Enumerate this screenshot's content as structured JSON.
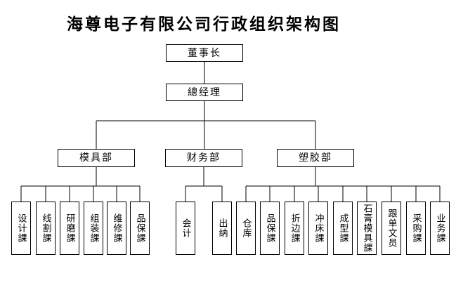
{
  "title": "海尊电子有限公司行政组织架构图",
  "org": {
    "chairman": {
      "label": "董事长"
    },
    "general_manager": {
      "label": "總经理"
    },
    "departments": [
      {
        "label": "模具部",
        "children": [
          {
            "label": "设计課"
          },
          {
            "label": "线割課"
          },
          {
            "label": "研磨課"
          },
          {
            "label": "组装課"
          },
          {
            "label": "维修課"
          },
          {
            "label": "品保課"
          }
        ]
      },
      {
        "label": "财务部",
        "children": [
          {
            "label": "会计"
          },
          {
            "label": "出纳"
          }
        ]
      },
      {
        "label": "塑胶部",
        "children": [
          {
            "label": "仓库"
          },
          {
            "label": "品保課"
          },
          {
            "label": "折边課"
          },
          {
            "label": "冲床課"
          },
          {
            "label": "成型課"
          },
          {
            "label": "石膏模具課"
          },
          {
            "label": "跟单文员"
          },
          {
            "label": "采购課"
          },
          {
            "label": "业务課"
          }
        ]
      }
    ]
  },
  "colors": {
    "line": "#000000",
    "box_border": "#000000",
    "box_background": "#ffffff",
    "text": "#000000",
    "page_background": "#ffffff"
  }
}
